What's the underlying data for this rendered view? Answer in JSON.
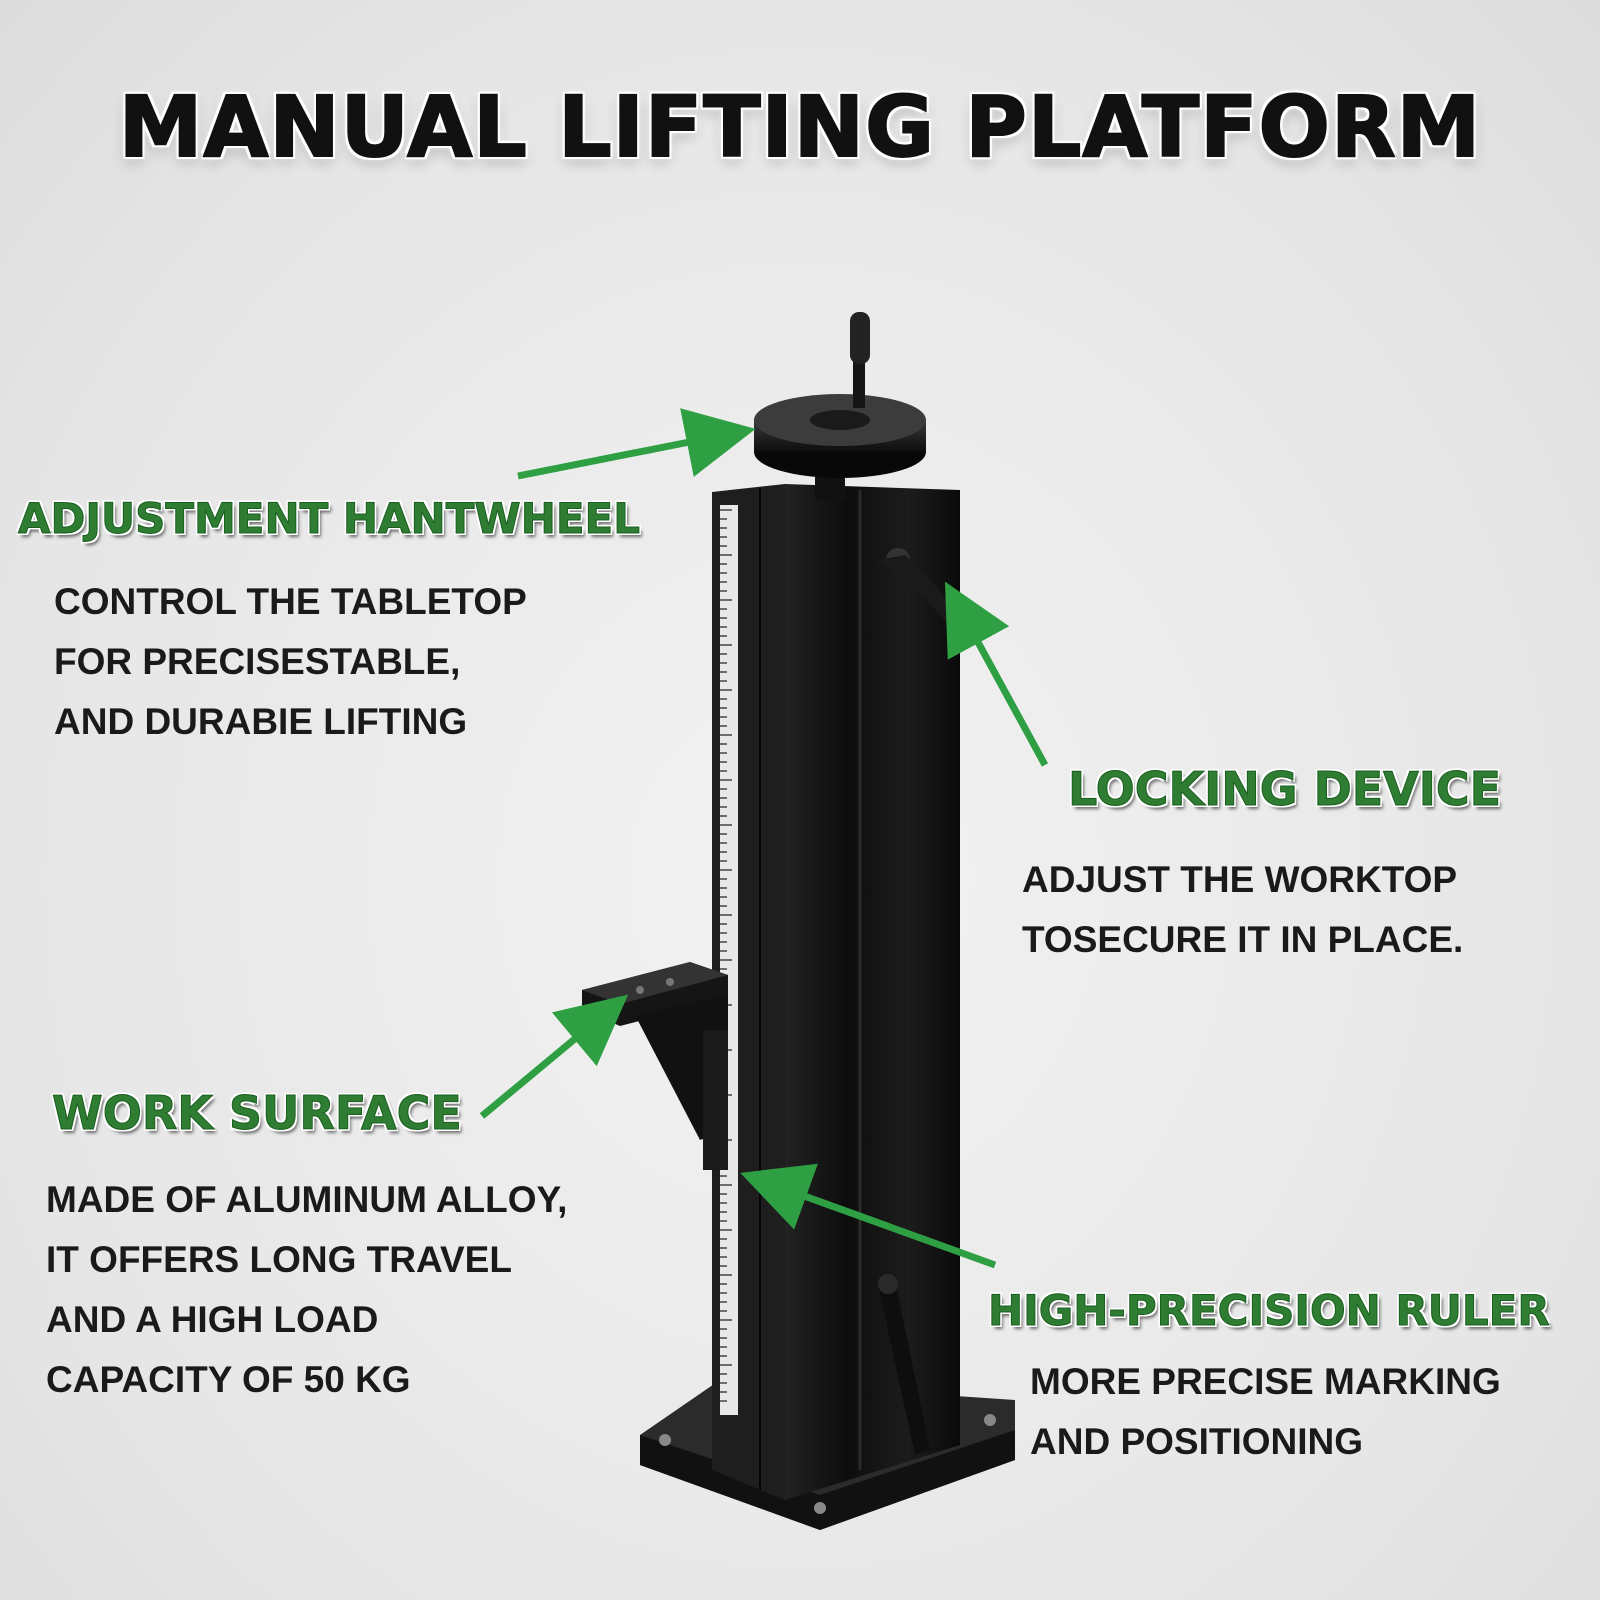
{
  "title": "MANUAL LIFTING PLATFORM",
  "colors": {
    "heading_green": "#2e7d32",
    "arrow_green": "#2ea043",
    "text_dark": "#1a1a1a"
  },
  "features": {
    "handwheel": {
      "heading": "ADJUSTMENT HANTWHEEL",
      "lines": [
        "CONTROL THE TABLETOP",
        "FOR PRECISESTABLE,",
        "AND DURABIE LIFTING"
      ]
    },
    "locking": {
      "heading": "LOCKING DEVICE",
      "lines": [
        "ADJUST THE WORKTOP",
        "TOSECURE IT IN PLACE."
      ]
    },
    "work_surface": {
      "heading": "WORK SURFACE",
      "lines": [
        "MADE OF ALUMINUM ALLOY,",
        "IT OFFERS LONG TRAVEL",
        "AND A HIGH LOAD",
        "CAPACITY OF 50 KG"
      ]
    },
    "ruler": {
      "heading": "HIGH-PRECISION RULER",
      "lines": [
        "MORE PRECISE MARKING",
        "AND POSITIONING"
      ]
    }
  }
}
